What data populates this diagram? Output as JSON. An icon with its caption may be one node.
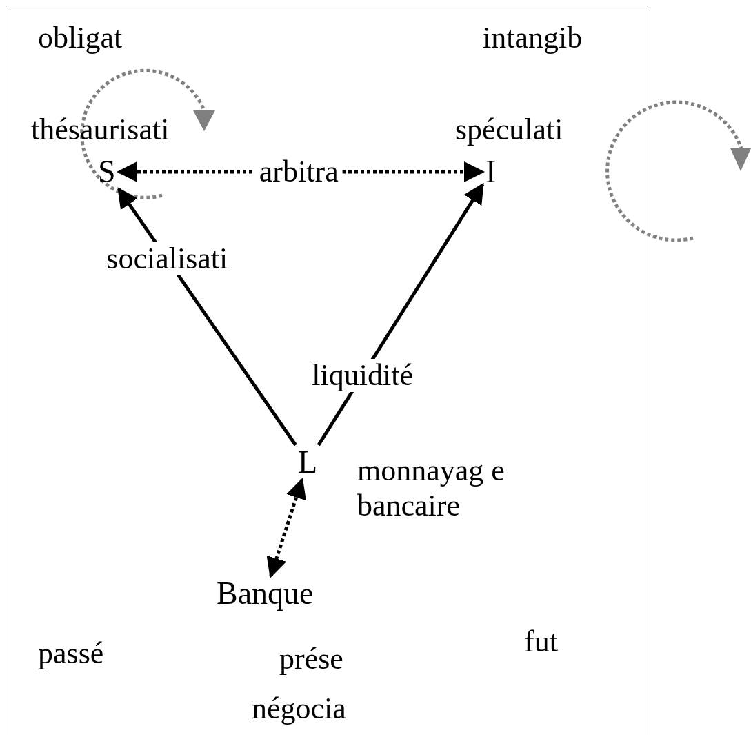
{
  "diagram": {
    "nodes": [
      {
        "text": [
          "S"
        ]
      },
      {
        "text": [
          "I"
        ]
      },
      {
        "text": [
          "L"
        ]
      },
      {
        "text": [
          "Banque"
        ]
      }
    ],
    "edges": [
      {
        "from": 0,
        "to": 1,
        "arrow": "both",
        "style": "dashed",
        "label": "arbitra"
      },
      {
        "from": 2,
        "to": 0,
        "arrow": "to",
        "label": "socialisati"
      },
      {
        "from": 2,
        "to": 1,
        "arrow": "to",
        "label": "liquidité"
      },
      {
        "from": 2,
        "to": 3,
        "arrow": "both",
        "style": "dashed"
      }
    ],
    "labels": [
      "obligat",
      "intangib",
      "thésaurisati",
      "spéculati",
      "monnayag e bancaire",
      "passé",
      "prése",
      "fut",
      "négocia"
    ]
  }
}
